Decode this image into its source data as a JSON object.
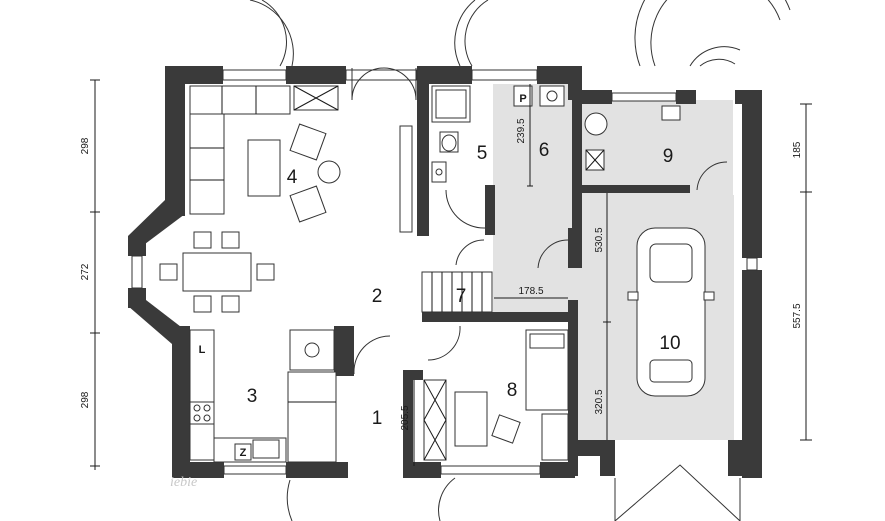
{
  "floor_plan": {
    "room_labels": {
      "r1": "1",
      "r2": "2",
      "r3": "3",
      "r4": "4",
      "r5": "5",
      "r6": "6",
      "r7": "7",
      "r8": "8",
      "r9": "9",
      "r10": "10"
    },
    "fixture_labels": {
      "p": "P",
      "l": "L",
      "z": "Z"
    },
    "dimensions": {
      "left_top": "298",
      "left_mid": "272",
      "left_bottom": "298",
      "right_top": "185",
      "right_bottom": "557.5",
      "room6_height": "239.5",
      "stair_width": "178.5",
      "garage_upper": "530.5",
      "garage_lower": "320.5",
      "entry_height": "205.5"
    },
    "watermark": "iebie",
    "colors": {
      "wall": "#3a3a3a",
      "utility_floor": "#e2e2e2",
      "line": "#1a1a1a"
    }
  }
}
